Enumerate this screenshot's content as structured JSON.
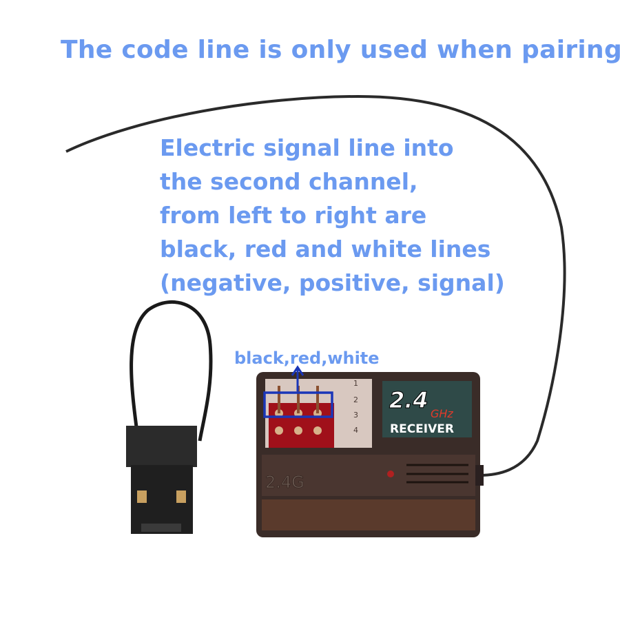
{
  "title": "The code line is only used when pairing",
  "description": [
    "Electric signal line into",
    "the second channel,",
    "from left to right are",
    "black, red and white lines",
    "(negative, positive, signal)"
  ],
  "pin_label": "black,red,white",
  "receiver": {
    "badge_number": "2.4",
    "badge_unit": "GHz",
    "badge_text": "RECEIVER",
    "case_marking": "2.4G",
    "channel_numbers": [
      "1",
      "2",
      "3",
      "4"
    ]
  },
  "colors": {
    "annotation": "#6b9af0",
    "highlight_box": "#1a36b8"
  }
}
